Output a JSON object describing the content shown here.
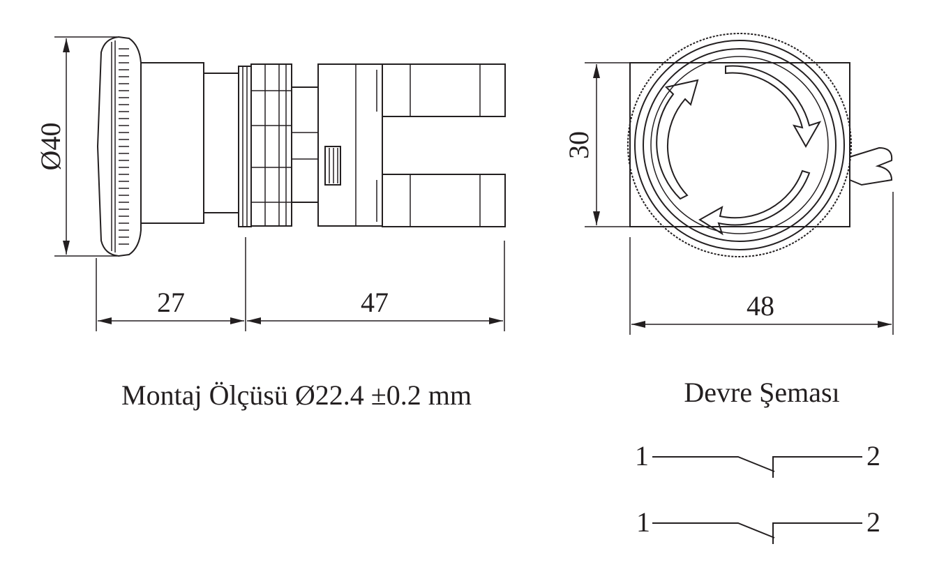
{
  "dimensions": {
    "diameter": "Ø40",
    "length_a": "27",
    "length_b": "47",
    "height": "30",
    "width": "48"
  },
  "captions": {
    "mounting": "Montaj Ölçüsü Ø22.4 ±0.2 mm",
    "circuit": "Devre Şeması"
  },
  "circuit": {
    "contact1": {
      "left": "1",
      "right": "2"
    },
    "contact2": {
      "left": "1",
      "right": "2"
    }
  }
}
